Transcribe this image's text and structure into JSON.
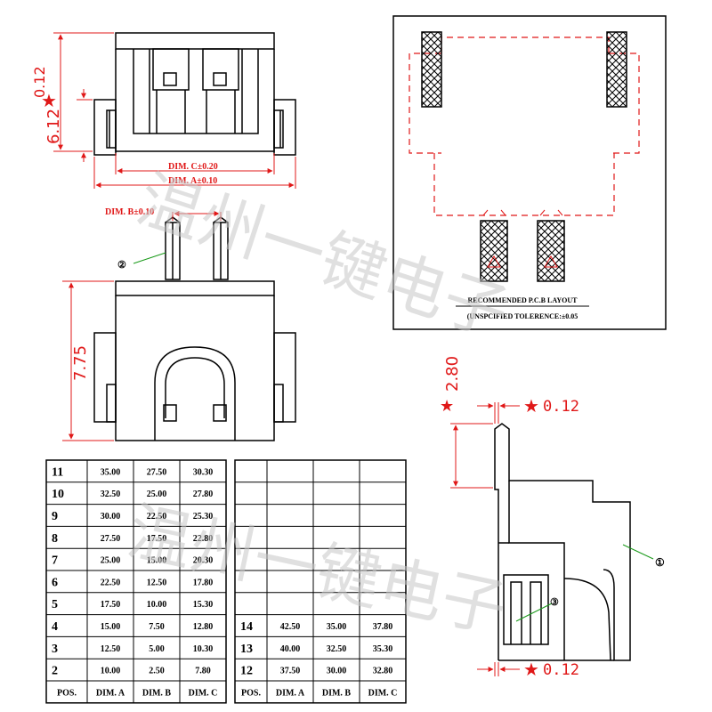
{
  "dims": {
    "h_612": "6.12",
    "h_012": "0.12",
    "dim_c": "DIM. C±0.20",
    "dim_a": "DIM. A±0.10",
    "dim_b": "DIM. B±0.10",
    "h_775": "7.75",
    "h_280": "2.80",
    "side_top": "0.12",
    "side_bottom": "0.12"
  },
  "callouts": {
    "c1": "①",
    "c2": "②",
    "c3": "③"
  },
  "pcb": {
    "label1": "RECOMMENDED P.C.B LAYOUT",
    "label2": "(UNSPCIFIED TOLERENCE:±0.05"
  },
  "watermark": {
    "text1": "温州一键电子",
    "text2": "温州一键电子"
  },
  "table": {
    "headers": [
      "POS.",
      "DIM. A",
      "DIM. B",
      "DIM. C",
      "POS.",
      "DIM. A",
      "DIM. B",
      "DIM. C"
    ],
    "left_rows": [
      [
        "11",
        "35.00",
        "27.50",
        "30.30"
      ],
      [
        "10",
        "32.50",
        "25.00",
        "27.80"
      ],
      [
        "9",
        "30.00",
        "22.50",
        "25.30"
      ],
      [
        "8",
        "27.50",
        "17.50",
        "22.80"
      ],
      [
        "7",
        "25.00",
        "15.00",
        "20.30"
      ],
      [
        "6",
        "22.50",
        "12.50",
        "17.80"
      ],
      [
        "5",
        "17.50",
        "10.00",
        "15.30"
      ],
      [
        "4",
        "15.00",
        "7.50",
        "12.80"
      ],
      [
        "3",
        "12.50",
        "5.00",
        "10.30"
      ],
      [
        "2",
        "10.00",
        "2.50",
        "7.80"
      ]
    ],
    "right_rows": [
      [
        "",
        "",
        "",
        ""
      ],
      [
        "",
        "",
        "",
        ""
      ],
      [
        "",
        "",
        "",
        ""
      ],
      [
        "",
        "",
        "",
        ""
      ],
      [
        "",
        "",
        "",
        ""
      ],
      [
        "",
        "",
        "",
        ""
      ],
      [
        "",
        "",
        "",
        ""
      ],
      [
        "14",
        "42.50",
        "35.00",
        "37.80"
      ],
      [
        "13",
        "40.00",
        "32.50",
        "35.30"
      ],
      [
        "12",
        "37.50",
        "30.00",
        "32.80"
      ]
    ]
  },
  "colors": {
    "line": "#000000",
    "dim": "#e01818",
    "watermark": "#c8c8c8"
  }
}
